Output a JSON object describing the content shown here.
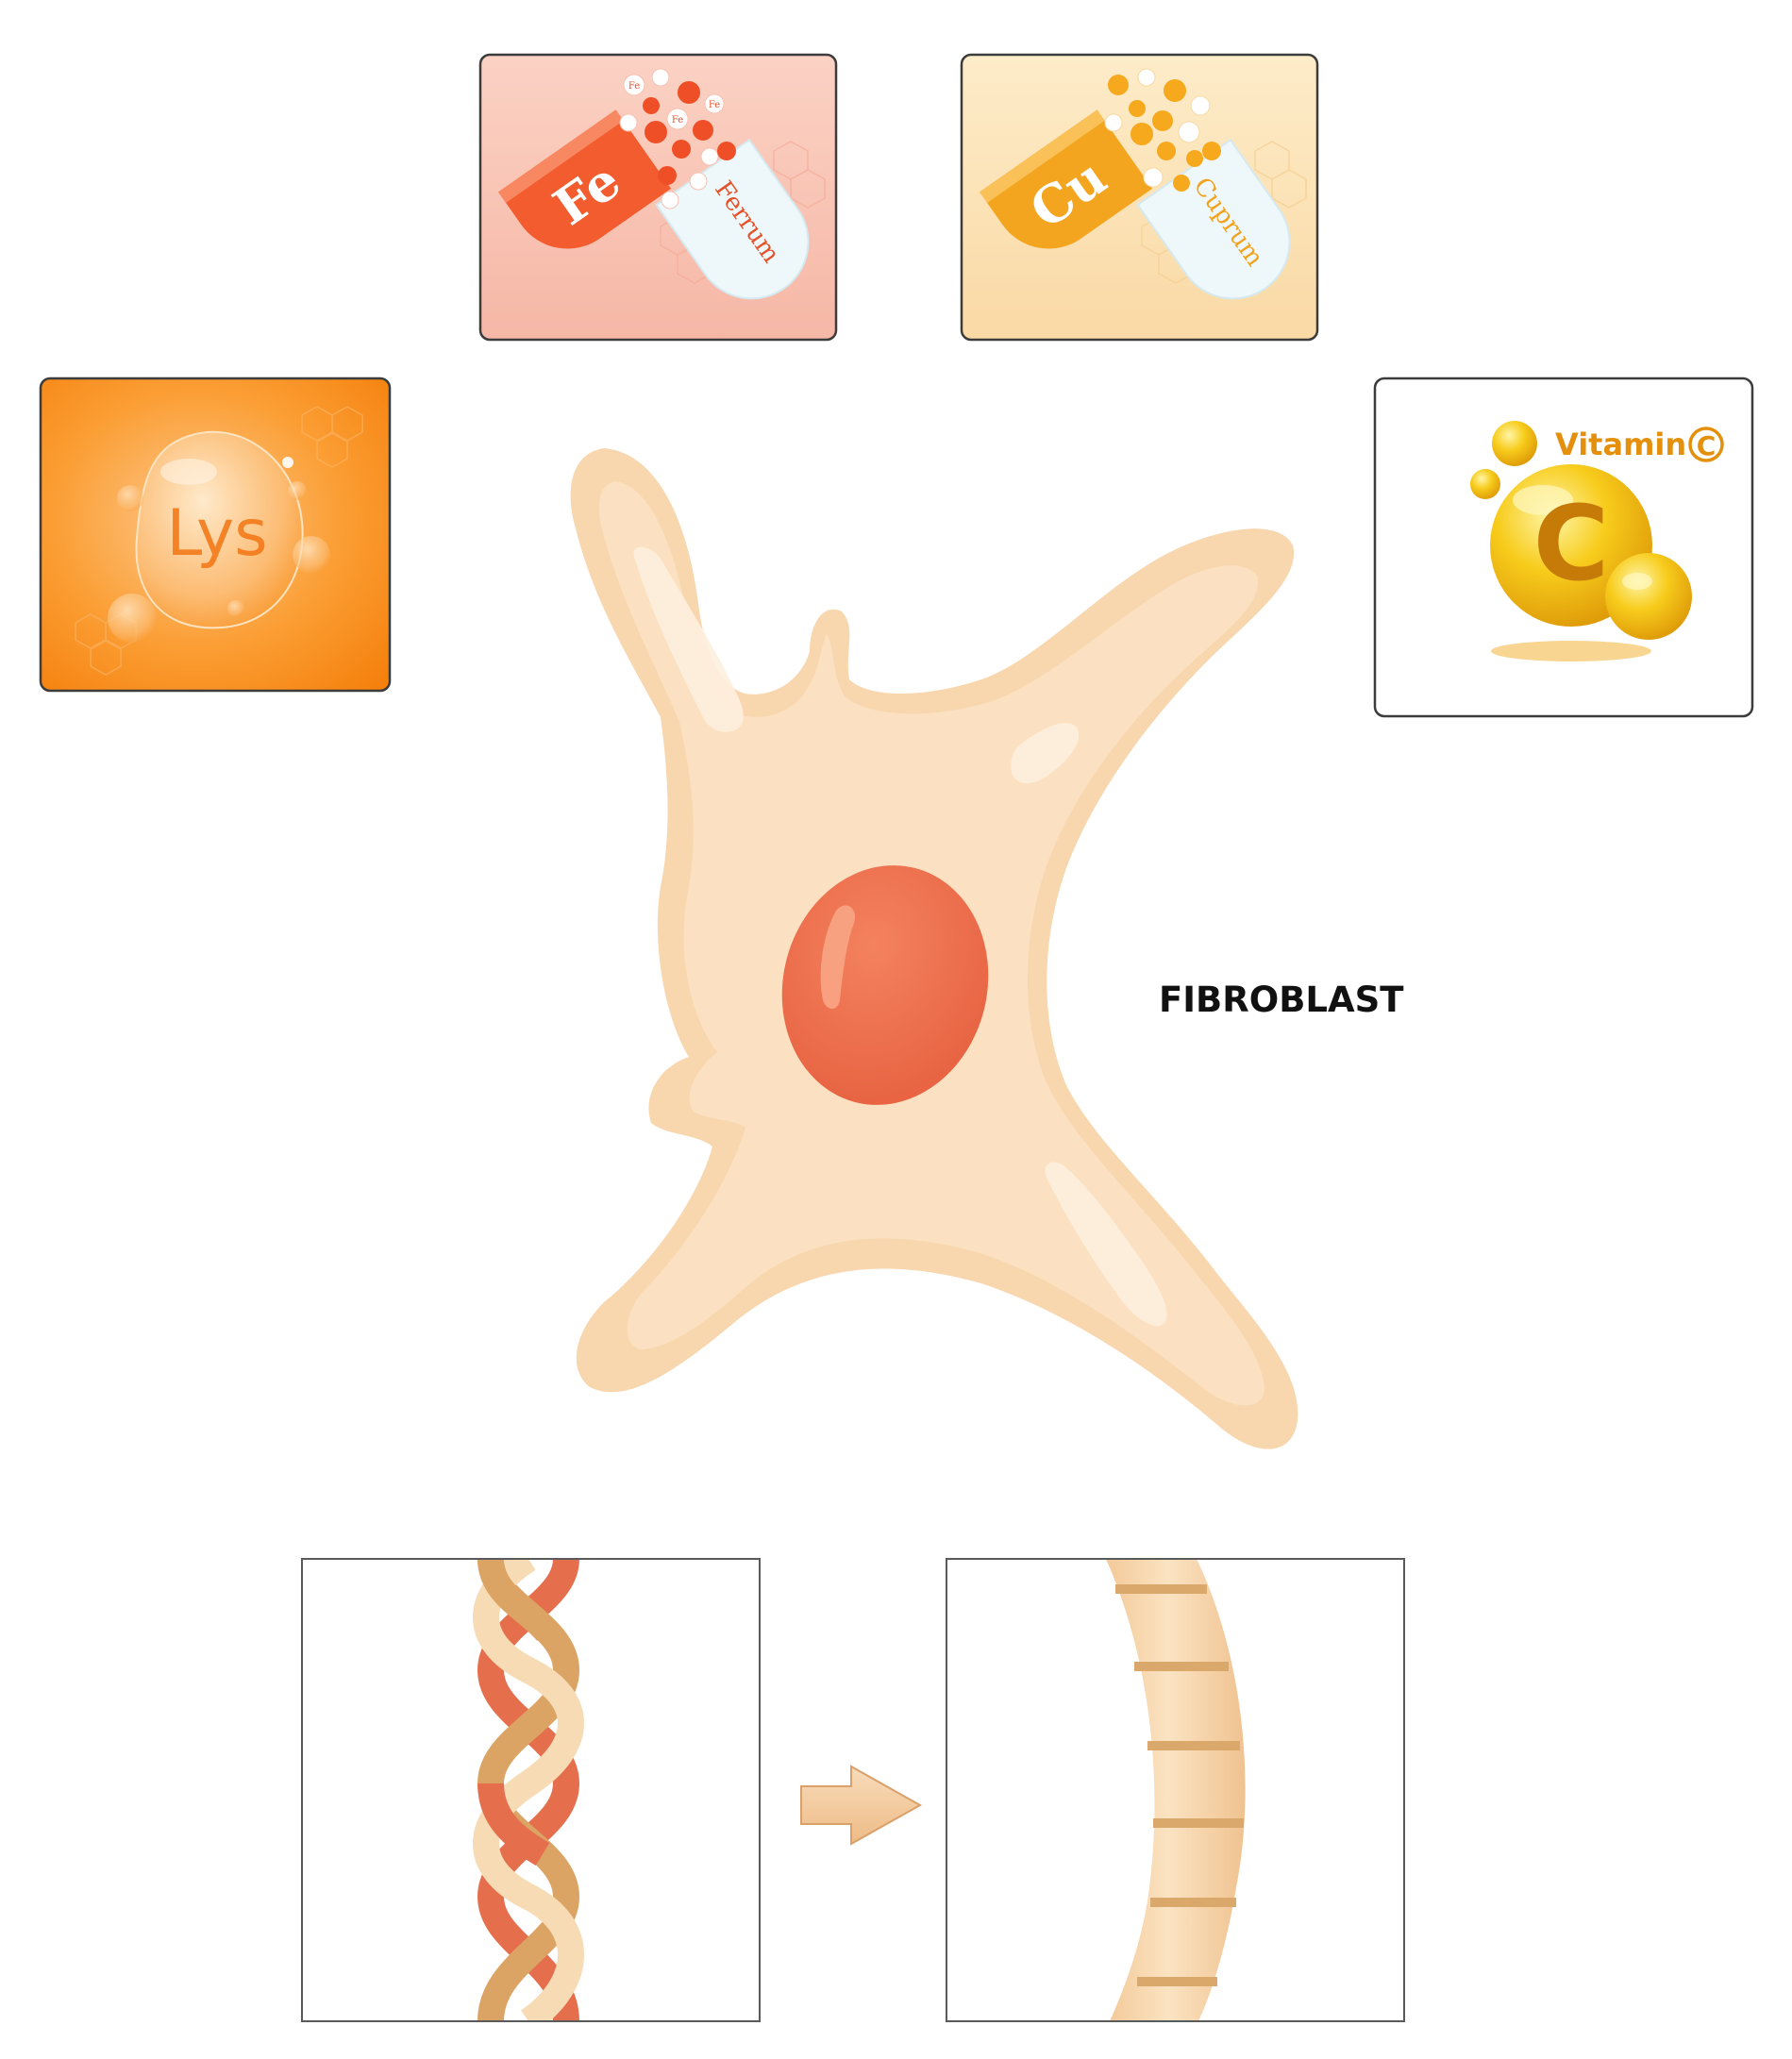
{
  "cell": {
    "label": "FIBROBLAST"
  },
  "nutrients": {
    "iron": {
      "symbol": "Fe",
      "name": "Ferrum",
      "particle_symbol": "Fe"
    },
    "copper": {
      "symbol": "Cu",
      "name": "Cuprum"
    },
    "lysine": {
      "symbol": "Lys"
    },
    "vitamin_c": {
      "title_word": "Vitamin",
      "title_letter": "C",
      "symbol": "C"
    }
  },
  "colors": {
    "cell_body": "#fbdcb6",
    "cell_outline": "#f6cb9a",
    "nucleus": "#ec6b4b",
    "iron_capsule": "#f25c2e",
    "copper_capsule": "#f4a51f",
    "lysine_background": "#fb8c14",
    "vitamin_gold": "#f4b60c",
    "helix_red": "#e56f4d",
    "helix_tan": "#dca464",
    "helix_cream": "#f6dbb5",
    "fibril": "#f7d4a7",
    "fibril_band": "#d9a86a",
    "arrow": "#f3cba0"
  }
}
